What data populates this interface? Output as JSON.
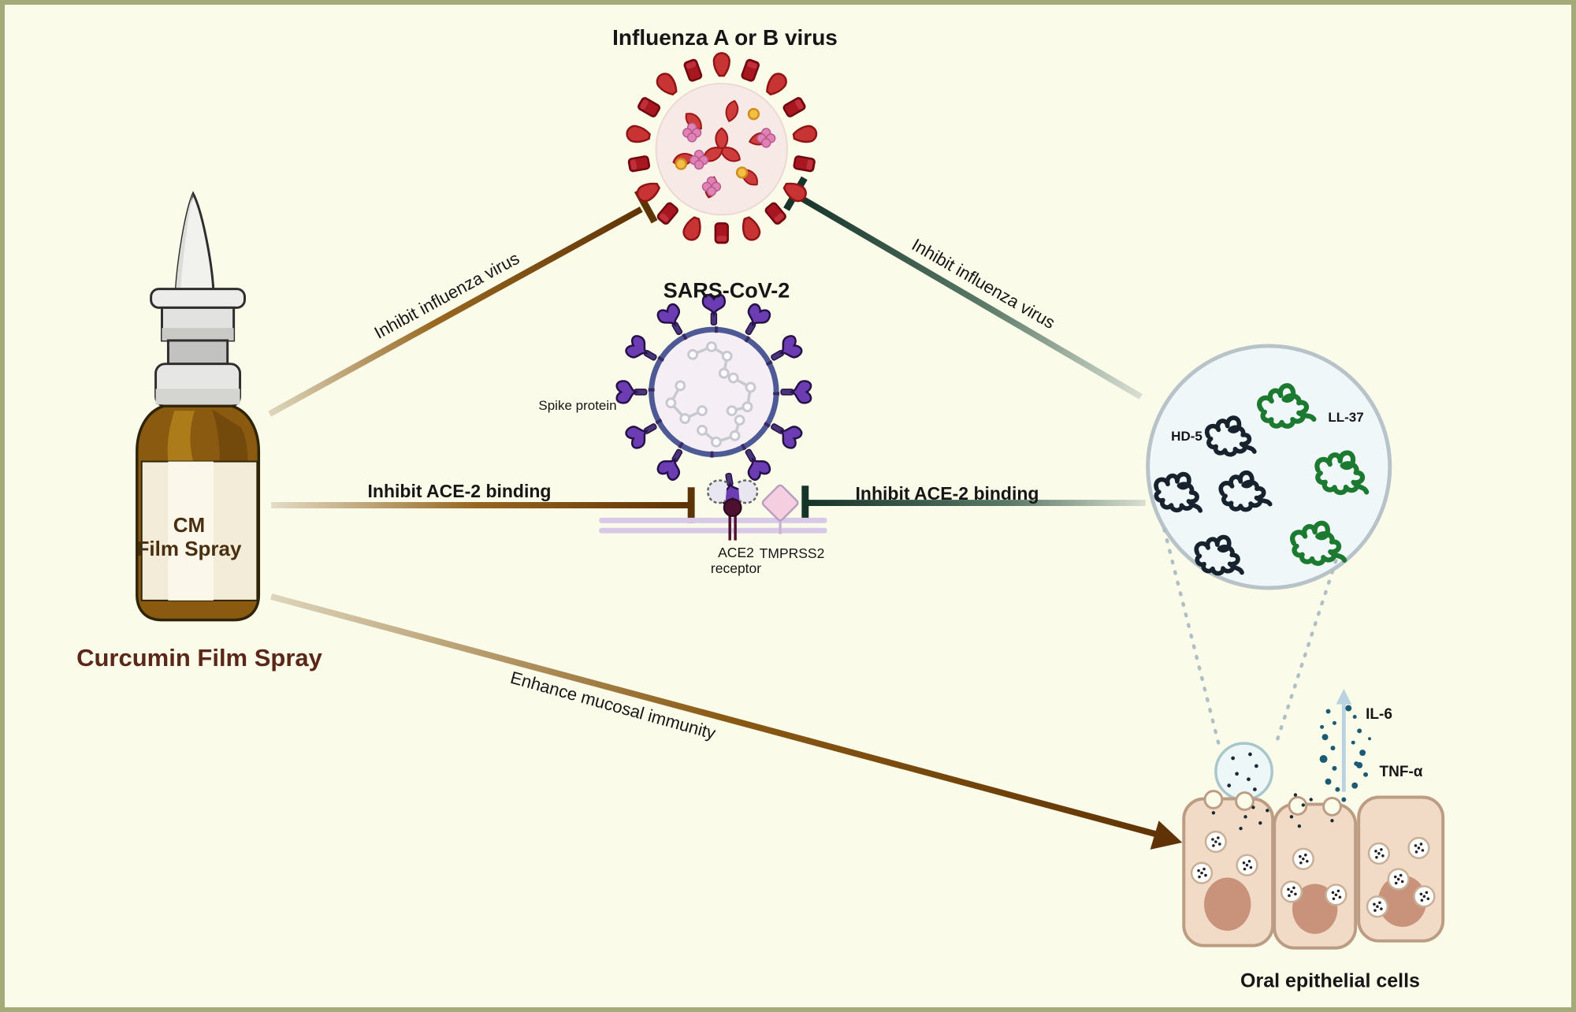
{
  "figure": {
    "background_color": "#fafbe9",
    "border_color": "#a4aa78"
  },
  "bottle": {
    "label_line1": "CM",
    "label_line2": "Film Spray",
    "caption": "Curcumin Film Spray"
  },
  "influenza": {
    "title": "Influenza A or B virus"
  },
  "sars": {
    "title": "SARS-CoV-2",
    "spike_protein_label": "Spike protein",
    "ace2_label_line1": "ACE2",
    "ace2_label_line2": "receptor",
    "tmprss2_label": "TMPRSS2"
  },
  "peptide_circle": {
    "hd5_label": "HD-5",
    "ll37_label": "LL-37"
  },
  "cytokines": {
    "il6_label": "IL-6",
    "tnf_label": "TNF-α"
  },
  "cells": {
    "caption": "Oral epithelial cells"
  },
  "arrows": {
    "inhibit_influenza_left": "Inhibit influenza virus",
    "inhibit_influenza_right": "Inhibit influenza virus",
    "inhibit_ace2_left": "Inhibit ACE-2 binding",
    "inhibit_ace2_right": "Inhibit ACE-2 binding",
    "enhance_mucosal": "Enhance mucosal immunity"
  },
  "colors": {
    "arrow_brown": "#6b3a06",
    "arrow_green": "#16342a",
    "influenza_red": "#b01e28",
    "sars_purple": "#6b3cb2",
    "hd5_dark": "#16222e",
    "ll37_green": "#1c7a30",
    "cell_fill": "#f1dbc7",
    "membrane_lavender": "#d9c9e9",
    "caption_brown": "#5a2718"
  }
}
